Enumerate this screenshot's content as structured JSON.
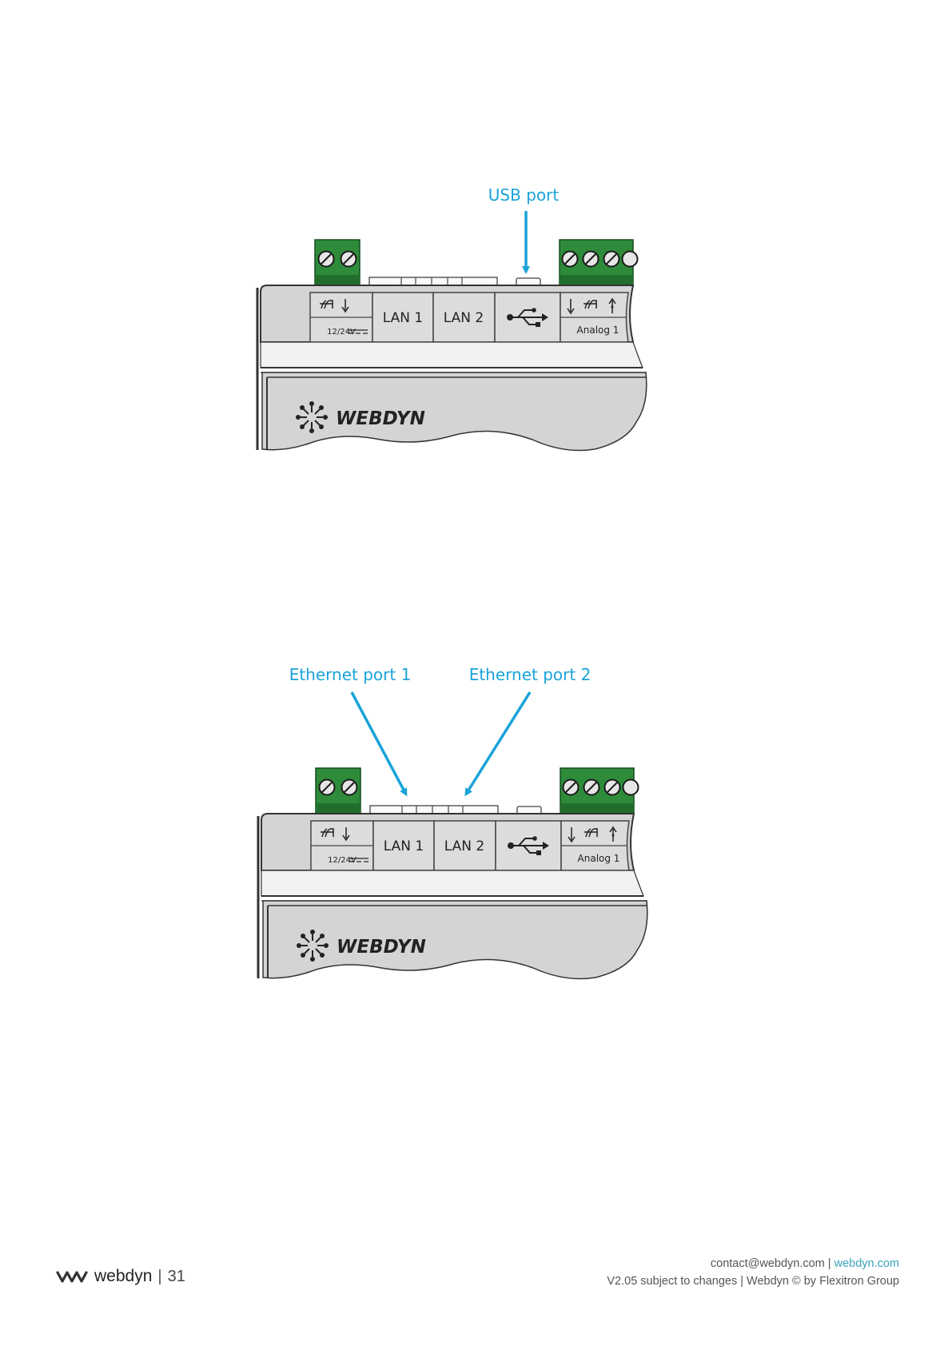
{
  "figures": [
    {
      "callouts": [
        "USB port"
      ],
      "device": {
        "power_label": "12/24V",
        "port_lan1": "LAN 1",
        "port_lan2": "LAN 2",
        "analog_label": "Analog 1",
        "brand": "WEBDYN"
      }
    },
    {
      "callouts": [
        "Ethernet port 1",
        "Ethernet port 2"
      ],
      "device": {
        "power_label": "12/24V",
        "port_lan1": "LAN 1",
        "port_lan2": "LAN 2",
        "analog_label": "Analog 1",
        "brand": "WEBDYN"
      }
    }
  ],
  "footer": {
    "brand": "webdyn",
    "page_number": "31",
    "contact_email": "contact@webdyn.com",
    "website": "webdyn.com",
    "legal": "V2.05 subject to changes | Webdyn © by Flexitron Group"
  },
  "colors": {
    "callout": "#1aa3d9",
    "terminal_green": "#2e8b3a",
    "device_gray": "#d4d4d4",
    "link": "#3aa5b8"
  }
}
